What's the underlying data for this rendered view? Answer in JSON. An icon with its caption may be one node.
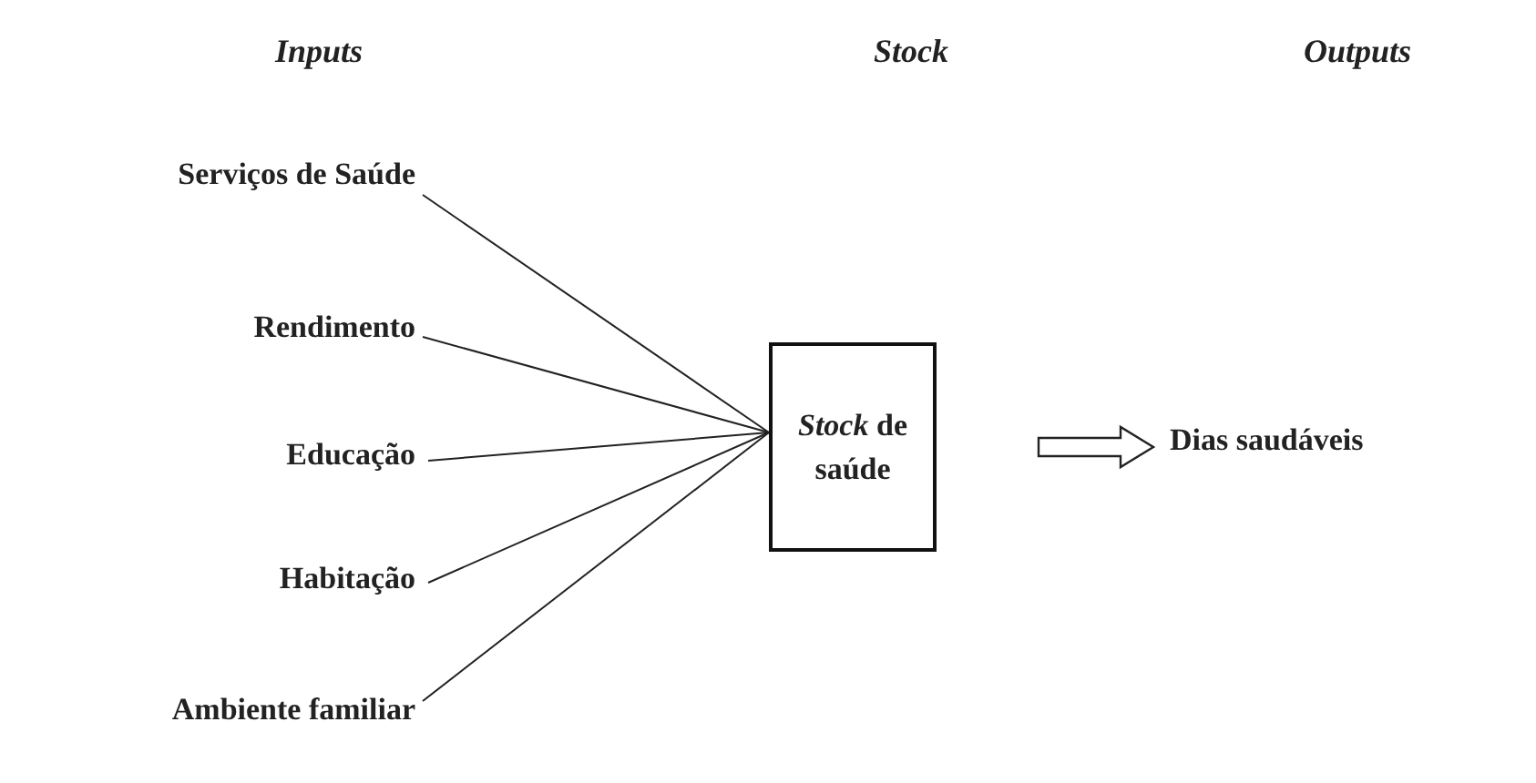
{
  "diagram": {
    "nodes": [
      {
        "text": [
          "Serviços de Saúde"
        ]
      },
      {
        "text": [
          "Rendimento"
        ]
      },
      {
        "text": [
          "Educação"
        ]
      },
      {
        "text": [
          "Habitação"
        ]
      },
      {
        "text": [
          "Ambiente familiar"
        ]
      },
      {
        "text": [
          "*Stock* de saúde"
        ]
      },
      {
        "text": [
          "Dias saudáveis"
        ]
      }
    ],
    "edges": [
      {
        "from": 0,
        "to": 5,
        "arrow": "none"
      },
      {
        "from": 1,
        "to": 5,
        "arrow": "none"
      },
      {
        "from": 2,
        "to": 5,
        "arrow": "none"
      },
      {
        "from": 3,
        "to": 5,
        "arrow": "none"
      },
      {
        "from": 4,
        "to": 5,
        "arrow": "none"
      },
      {
        "from": 5,
        "to": 6,
        "arrow": "to",
        "style": "thick"
      }
    ],
    "labels": [
      "Inputs",
      "Stock",
      "Outputs"
    ]
  }
}
